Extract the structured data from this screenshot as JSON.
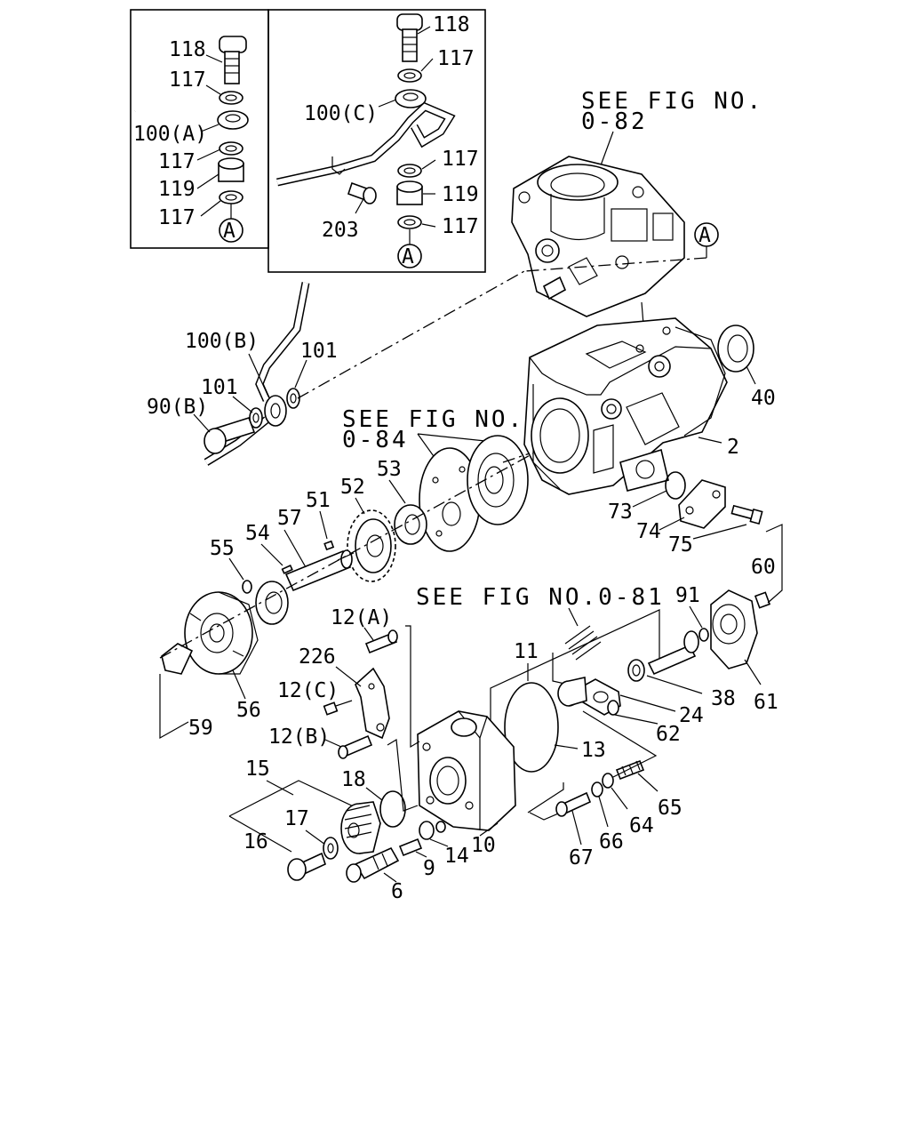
{
  "references": {
    "fig_082_line1": "SEE FIG NO.",
    "fig_082_line2": "0-82",
    "fig_084_line1": "SEE FIG NO.",
    "fig_084_line2": "0-84",
    "fig_081": "SEE FIG NO.0-81"
  },
  "inset_a": {
    "l118": "118",
    "l117a": "117",
    "l100a": "100(A)",
    "l117b": "117",
    "l119": "119",
    "l117c": "117",
    "circle": "A"
  },
  "inset_b": {
    "l118": "118",
    "l117a": "117",
    "l100c": "100(C)",
    "l117b": "117",
    "l119": "119",
    "l117c": "117",
    "l203": "203",
    "circle": "A"
  },
  "main": {
    "circle_a": "A",
    "l40": "40",
    "l2": "2",
    "l73": "73",
    "l74": "74",
    "l75": "75",
    "l100b": "100(B)",
    "l101a": "101",
    "l101b": "101",
    "l90b": "90(B)",
    "l53": "53",
    "l52": "52",
    "l51": "51",
    "l57": "57",
    "l54": "54",
    "l55": "55",
    "l56": "56",
    "l59": "59",
    "l60": "60",
    "l91": "91",
    "l61": "61",
    "l38": "38",
    "l24": "24",
    "l62": "62",
    "l11": "11",
    "l13": "13",
    "l12a": "12(A)",
    "l226": "226",
    "l12c": "12(C)",
    "l12b": "12(B)",
    "l15": "15",
    "l17": "17",
    "l16": "16",
    "l18": "18",
    "l9": "9",
    "l14": "14",
    "l10": "10",
    "l6": "6",
    "l67": "67",
    "l66": "66",
    "l64": "64",
    "l65": "65"
  }
}
